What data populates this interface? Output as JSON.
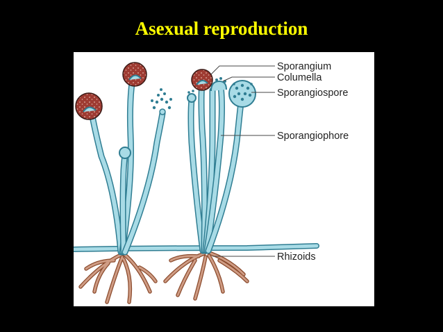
{
  "title": "Asexual reproduction",
  "labels": {
    "sporangium": "Sporangium",
    "columella": "Columella",
    "sporangiospore": "Sporangiospore",
    "sporangiophore": "Sporangiophore",
    "rhizoids": "Rhizoids"
  },
  "colors": {
    "background": "#000000",
    "title": "#ffff00",
    "panel": "#ffffff",
    "hypha_outline": "#2f7d92",
    "hypha_fill": "#a8dbe6",
    "sporangium": "#9e3b32",
    "rhizoid": "#8a4a2c"
  }
}
